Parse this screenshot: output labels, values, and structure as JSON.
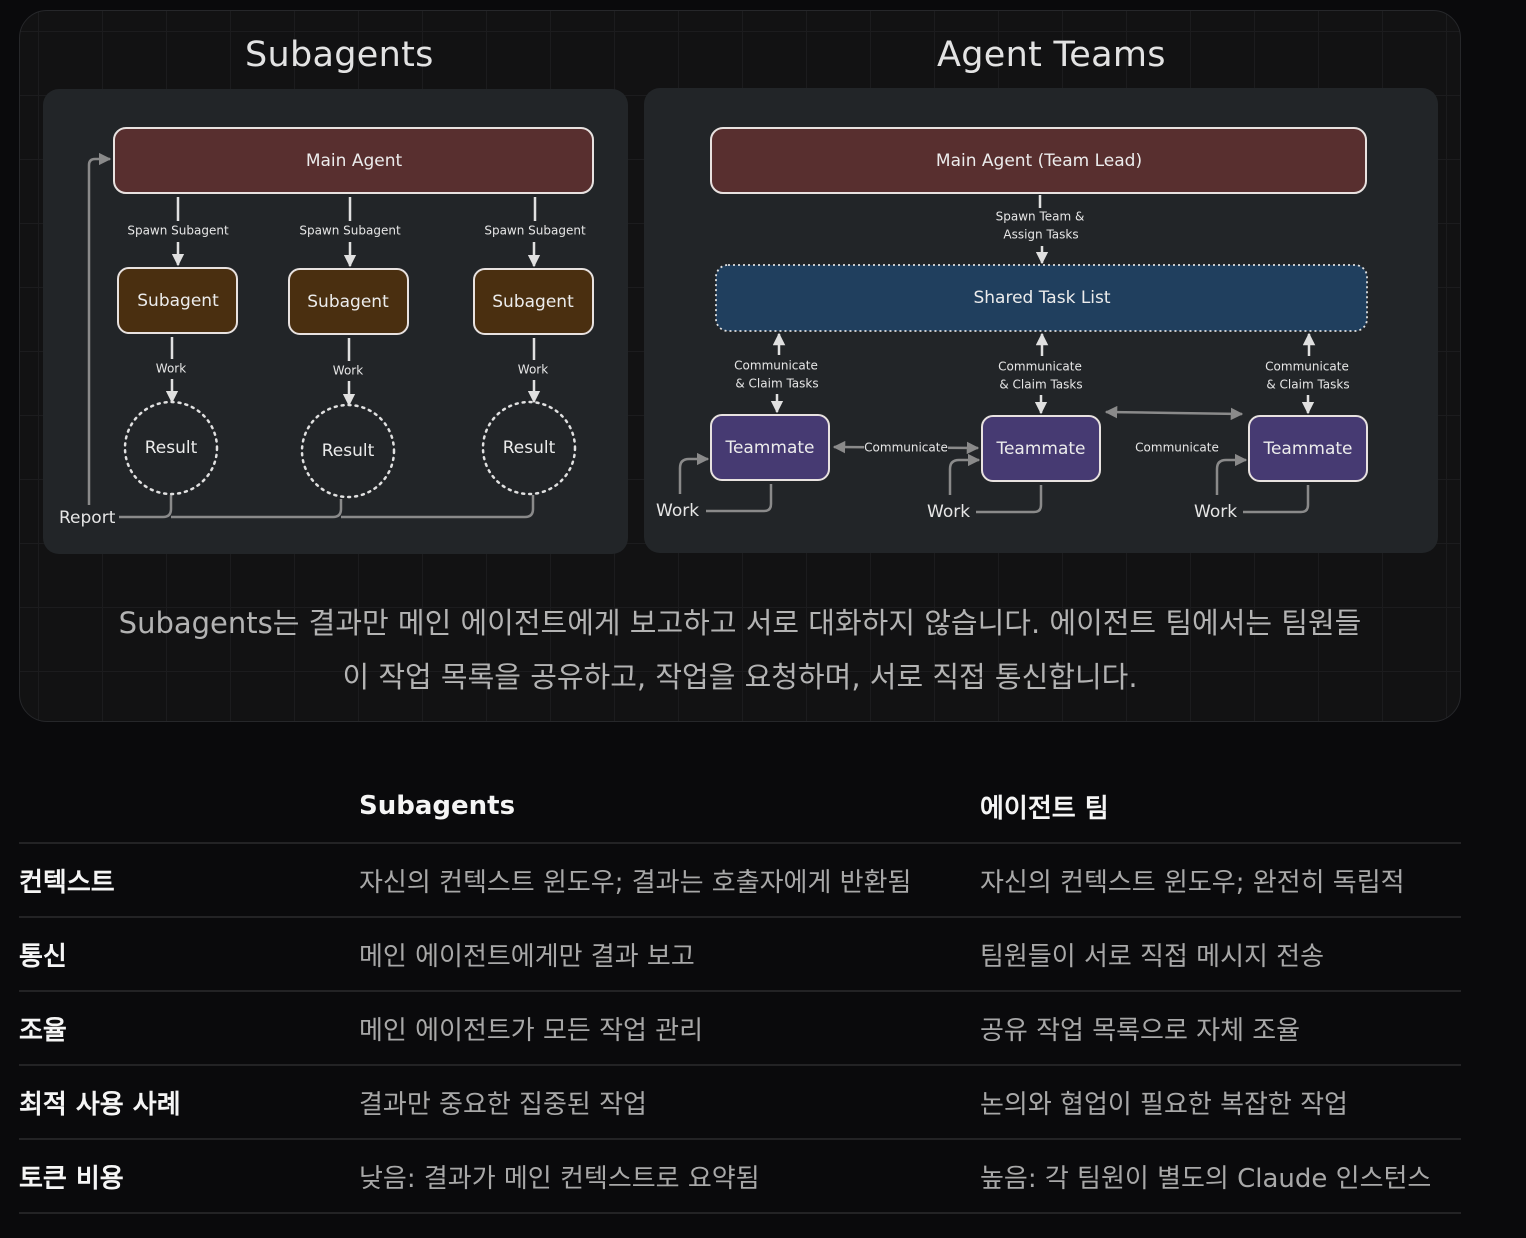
{
  "colors": {
    "main_agent_fill": "#582f2f",
    "subagent_fill": "#4a2f10",
    "shared_task_fill": "#203f5e",
    "teammate_fill": "#463a72",
    "panel_bg": "#222528",
    "arrow_light": "#e0e0e0",
    "arrow_gray": "#8a8a8a"
  },
  "subagents_diagram": {
    "title": "Subagents",
    "main_agent": "Main Agent",
    "subagents": [
      {
        "label": "Subagent",
        "spawn_label": "Spawn Subagent",
        "work_label": "Work",
        "result_label": "Result"
      },
      {
        "label": "Subagent",
        "spawn_label": "Spawn Subagent",
        "work_label": "Work",
        "result_label": "Result"
      },
      {
        "label": "Subagent",
        "spawn_label": "Spawn Subagent",
        "work_label": "Work",
        "result_label": "Result"
      }
    ],
    "report_label": "Report"
  },
  "teams_diagram": {
    "title": "Agent Teams",
    "main_agent": "Main Agent (Team Lead)",
    "spawn_label_line1": "Spawn Team &",
    "spawn_label_line2": "Assign Tasks",
    "shared_task_list": "Shared Task List",
    "teammates": [
      {
        "label": "Teammate",
        "claim_line1": "Communicate",
        "claim_line2": "& Claim Tasks",
        "work_label": "Work"
      },
      {
        "label": "Teammate",
        "claim_line1": "Communicate",
        "claim_line2": "& Claim Tasks",
        "work_label": "Work"
      },
      {
        "label": "Teammate",
        "claim_line1": "Communicate",
        "claim_line2": "& Claim Tasks",
        "work_label": "Work"
      }
    ],
    "communicate_labels": [
      "Communicate",
      "Communicate"
    ]
  },
  "caption": {
    "line1": "Subagents는 결과만 메인 에이전트에게 보고하고 서로 대화하지 않습니다. 에이전트 팀에서는 팀원들",
    "line2": "이 작업 목록을 공유하고, 작업을 요청하며, 서로 직접 통신합니다."
  },
  "comparison_table": {
    "headers": [
      "",
      "Subagents",
      "에이전트 팀"
    ],
    "rows": [
      {
        "label": "컨텍스트",
        "subagents": "자신의 컨텍스트 윈도우; 결과는 호출자에게 반환됨",
        "teams": "자신의 컨텍스트 윈도우; 완전히 독립적"
      },
      {
        "label": "통신",
        "subagents": "메인 에이전트에게만 결과 보고",
        "teams": "팀원들이 서로 직접 메시지 전송"
      },
      {
        "label": "조율",
        "subagents": "메인 에이전트가 모든 작업 관리",
        "teams": "공유 작업 목록으로 자체 조율"
      },
      {
        "label": "최적 사용 사례",
        "subagents": "결과만 중요한 집중된 작업",
        "teams": "논의와 협업이 필요한 복잡한 작업"
      },
      {
        "label": "토큰 비용",
        "subagents": "낮음: 결과가 메인 컨텍스트로 요약됨",
        "teams": "높음: 각 팀원이 별도의 Claude 인스턴스"
      }
    ]
  }
}
